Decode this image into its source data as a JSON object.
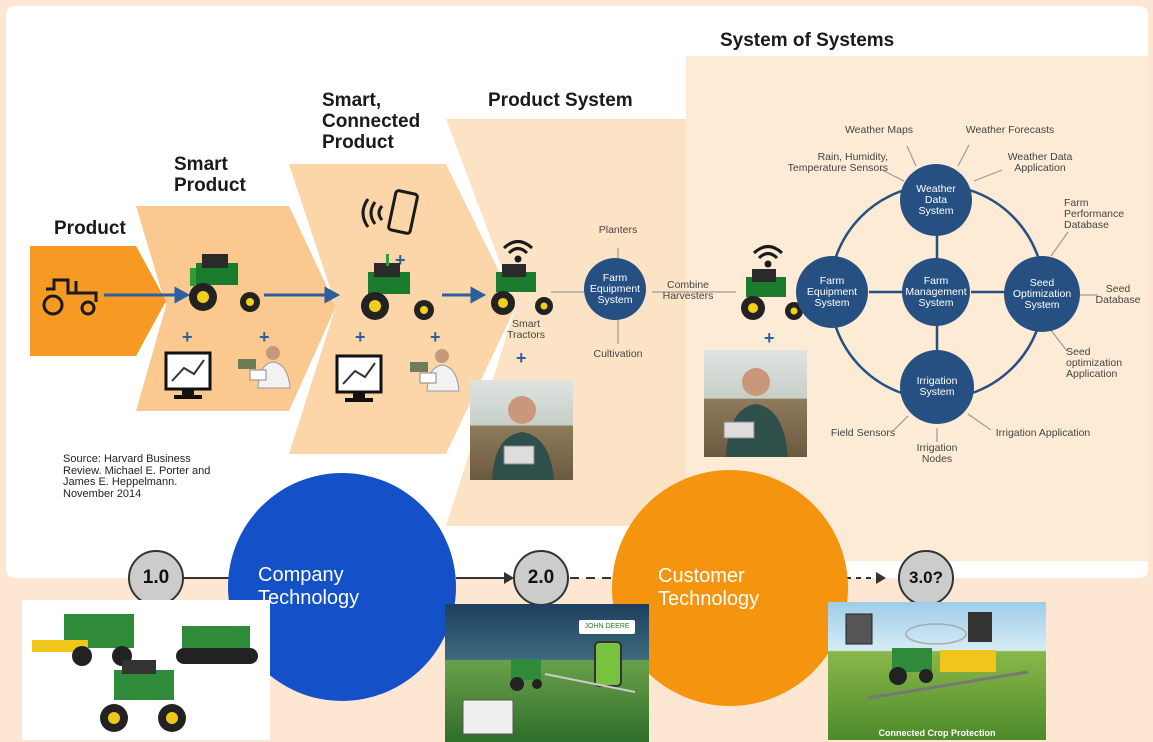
{
  "stages": {
    "product": "Product",
    "smart_product": [
      "Smart",
      "Product"
    ],
    "smart_connected": [
      "Smart,",
      "Connected",
      "Product"
    ],
    "product_system": "Product System",
    "system_of_systems": "System of Systems"
  },
  "product_system_labels": {
    "planters": "Planters",
    "combine": [
      "Combine",
      "Harvesters"
    ],
    "cultivation": "Cultivation",
    "smart_tractors": [
      "Smart",
      "Tractors"
    ]
  },
  "nodes": {
    "farm_equipment_small": [
      "Farm",
      "Equipment",
      "System"
    ],
    "weather": [
      "Weather",
      "Data",
      "System"
    ],
    "farm_equipment": [
      "Farm",
      "Equipment",
      "System"
    ],
    "farm_management": [
      "Farm",
      "Management",
      "System"
    ],
    "seed_optimization": [
      "Seed",
      "Optimization",
      "System"
    ],
    "irrigation": [
      "Irrigation",
      "System"
    ]
  },
  "satellites": {
    "weather_maps": "Weather Maps",
    "weather_forecasts": "Weather Forecasts",
    "rain_sensors": [
      "Rain, Humidity,",
      "Temperature Sensors"
    ],
    "weather_app": [
      "Weather Data",
      "Application"
    ],
    "farm_perf_db": [
      "Farm",
      "Performance",
      "Database"
    ],
    "seed_db": [
      "Seed",
      "Database"
    ],
    "seed_opt_app": [
      "Seed",
      "optimization",
      "Application"
    ],
    "field_sensors": "Field Sensors",
    "irrigation_nodes": [
      "Irrigation",
      "Nodes"
    ],
    "irrigation_app": "Irrigation Application"
  },
  "source": [
    "Source: Harvard Business",
    "Review. Michael E. Porter and",
    "James E. Heppelmann.",
    "November 2014"
  ],
  "timeline": {
    "v1": "1.0",
    "v2": "2.0",
    "v3": "3.0?",
    "company": [
      "Company",
      "Technology"
    ],
    "customer": [
      "Customer",
      "Technology"
    ]
  },
  "photo_labels": {
    "john_deere": "JOHN DEERE",
    "connected_crop": "Connected Crop Protection"
  },
  "colors": {
    "product_orange": "#f79a24",
    "smart_peach": "#fbc88f",
    "connected_peach": "#fcd5a8",
    "system_peach": "#fde3c6",
    "sos_peach": "#feebd6",
    "node_blue": "#264f82",
    "company_blue": "#1450c8",
    "customer_orange": "#f5950f"
  }
}
